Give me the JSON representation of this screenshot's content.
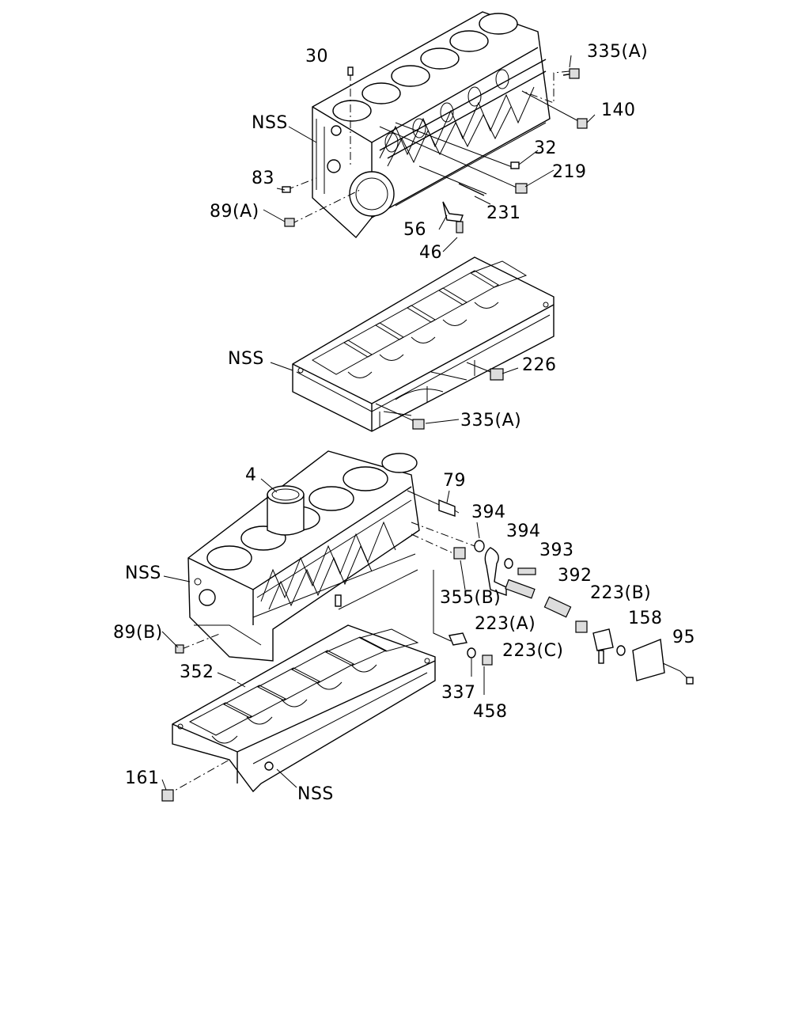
{
  "labels": {
    "l30": "30",
    "l335a_top": "335(A)",
    "l140": "140",
    "lnss1": "NSS",
    "l32": "32",
    "l219": "219",
    "l83": "83",
    "l89a": "89(A)",
    "l231": "231",
    "l56": "56",
    "l46": "46",
    "lnss2": "NSS",
    "l226": "226",
    "l335a_mid": "335(A)",
    "l4": "4",
    "l79": "79",
    "l394a": "394",
    "l394b": "394",
    "l393": "393",
    "l392": "392",
    "l223b": "223(B)",
    "lnss3": "NSS",
    "l355b": "355(B)",
    "l223a": "223(A)",
    "l158": "158",
    "l95": "95",
    "l89b": "89(B)",
    "l223c": "223(C)",
    "l352": "352",
    "l337": "337",
    "l458": "458",
    "l161": "161",
    "lnss4": "NSS"
  }
}
